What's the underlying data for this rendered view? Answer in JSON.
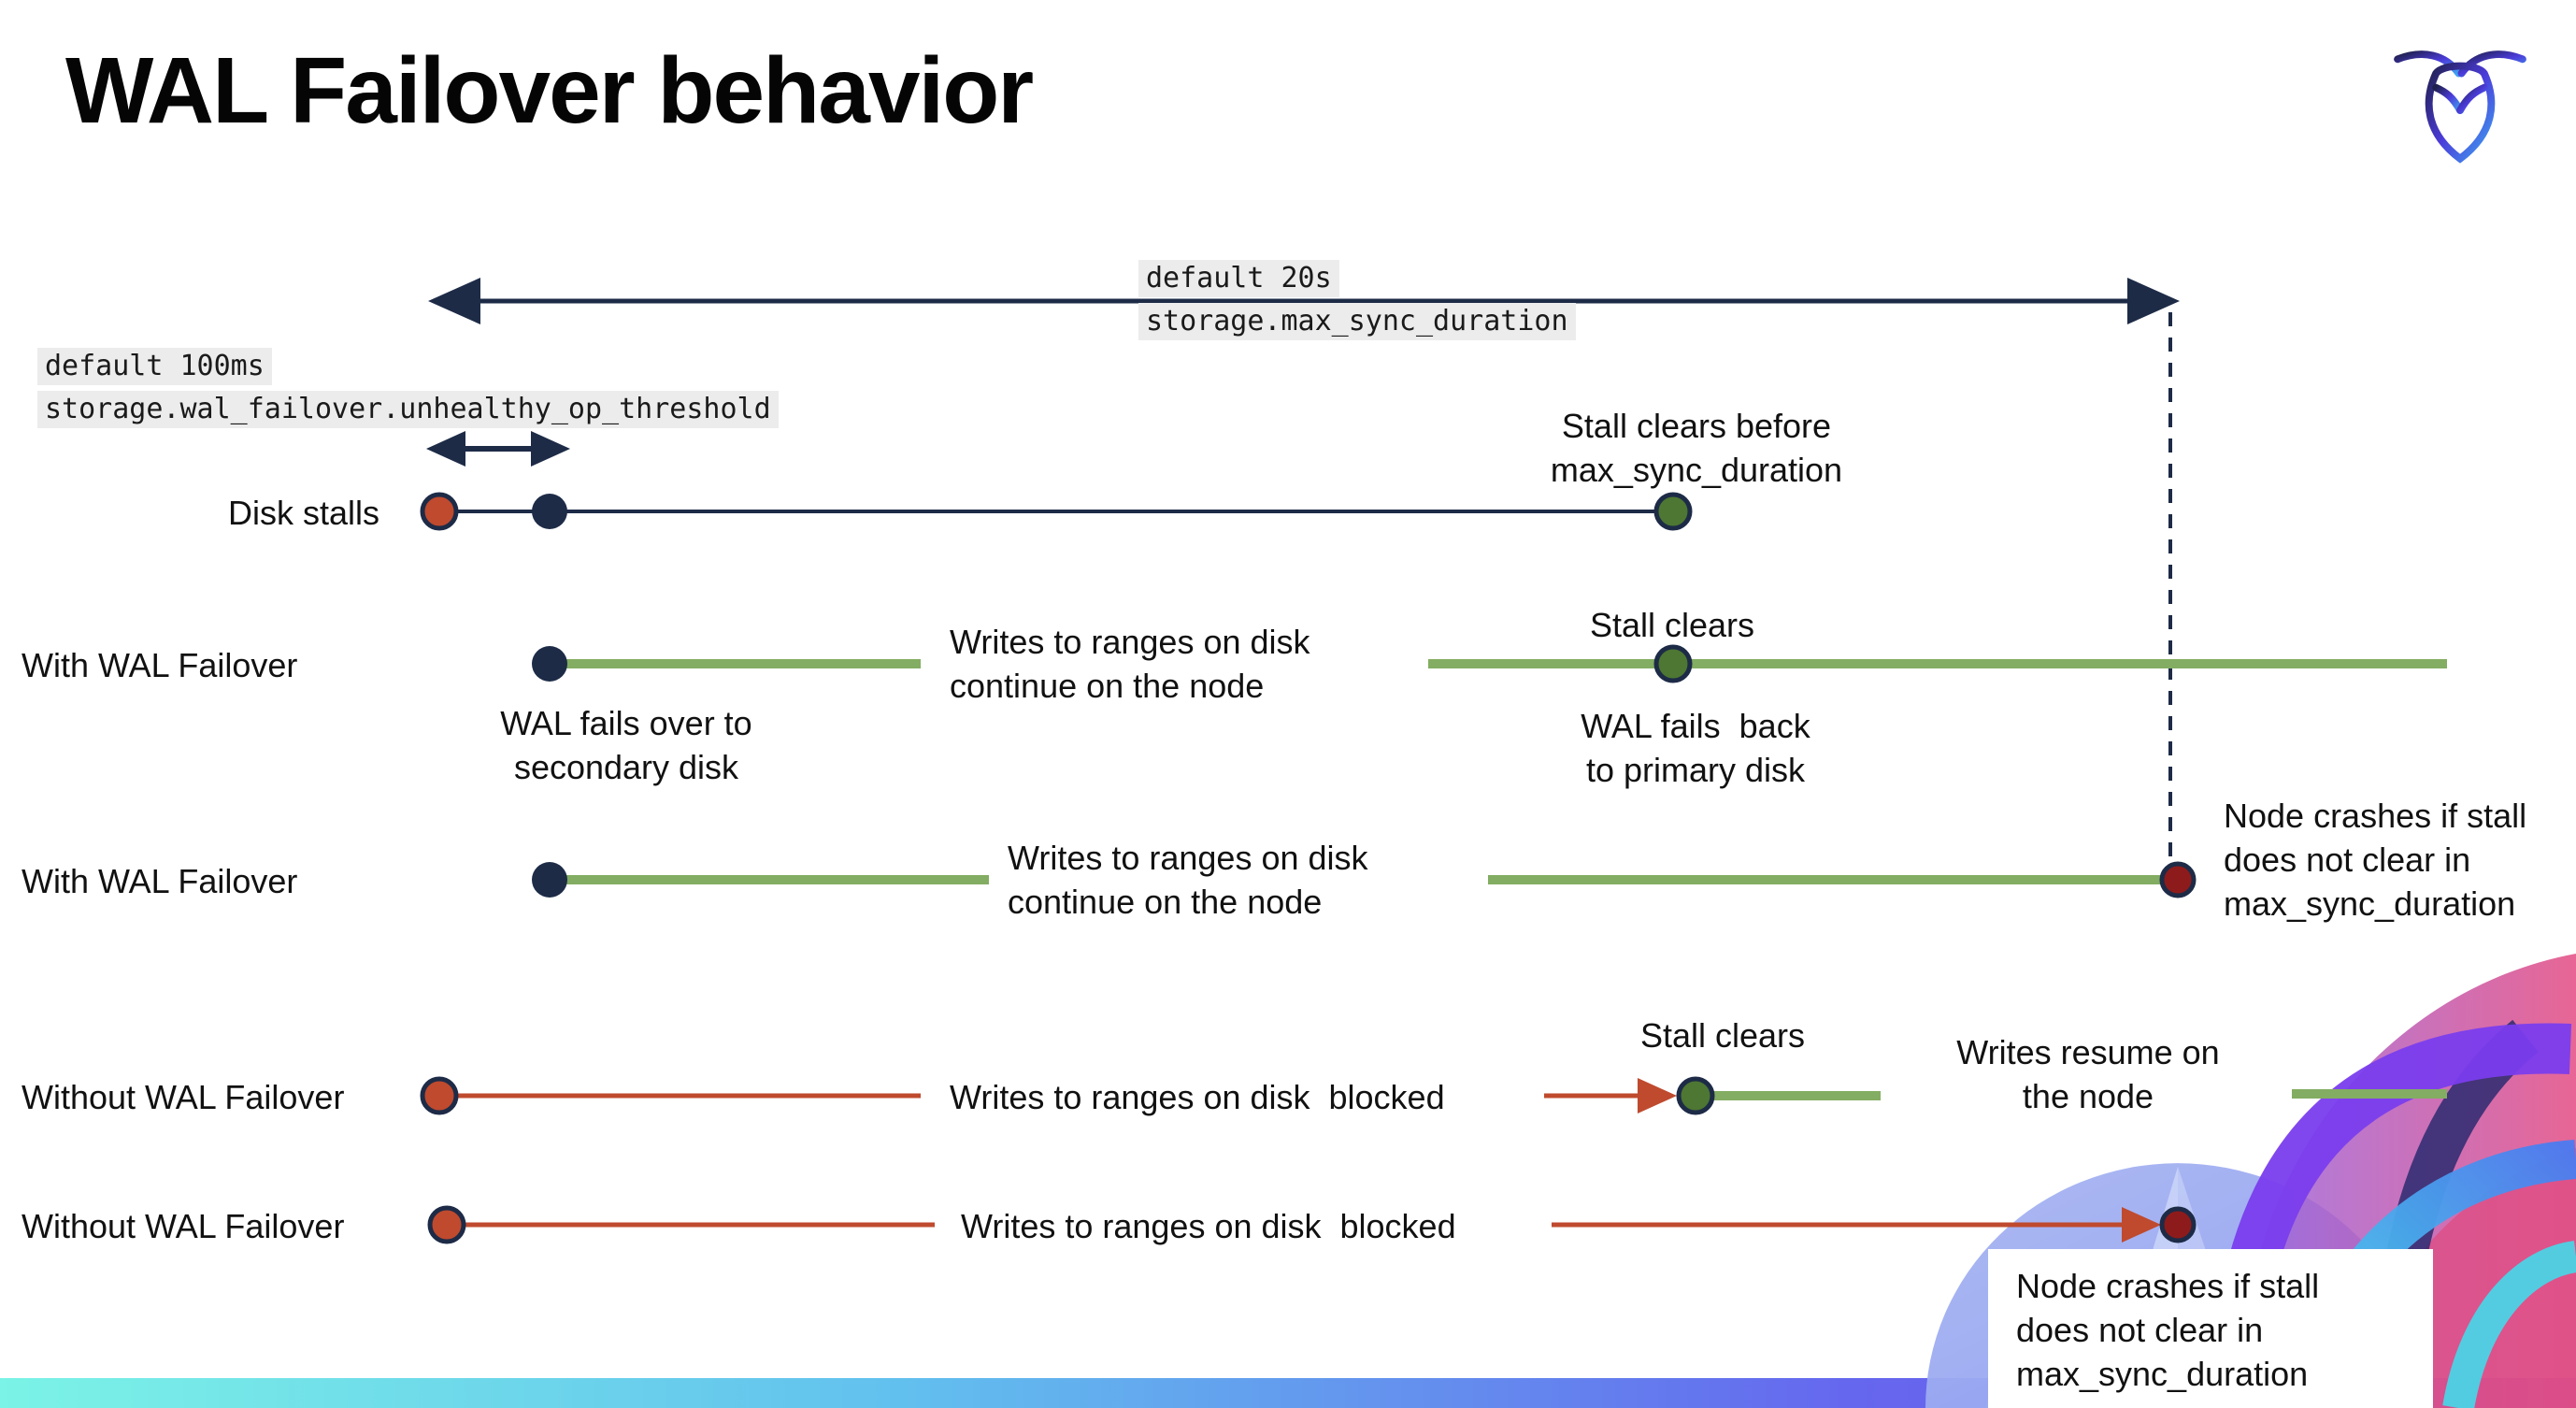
{
  "title": "WAL Failover behavior",
  "logo": {
    "name": "cockroachdb-logo"
  },
  "config_labels": {
    "max_sync_duration": {
      "default": "default 20s",
      "setting": "storage.max_sync_duration"
    },
    "unhealthy_op_threshold": {
      "default": "default 100ms",
      "setting": "storage.wal_failover.unhealthy_op_threshold"
    }
  },
  "rows": [
    {
      "id": "disk-stalls",
      "label": "Disk stalls"
    },
    {
      "id": "with-wal-failover-1",
      "label": "With WAL Failover"
    },
    {
      "id": "with-wal-failover-2",
      "label": "With WAL Failover"
    },
    {
      "id": "without-wal-failover-1",
      "label": "Without WAL Failover"
    },
    {
      "id": "without-wal-failover-2",
      "label": "Without WAL Failover"
    }
  ],
  "annotations": {
    "stall_clears_before": "Stall clears before\nmax_sync_duration",
    "stall_clears": "Stall clears",
    "writes_continue": "Writes to ranges on disk\ncontinue on the node",
    "wal_fails_over": "WAL fails over to\nsecondary disk",
    "wal_fails_back": "WAL fails  back\nto primary disk",
    "writes_blocked": "Writes to ranges on disk  blocked",
    "writes_resume": "Writes resume on\nthe node",
    "node_crashes": "Node crashes if stall\ndoes not clear in\nmax_sync_duration"
  },
  "colors": {
    "navy": "#1d2b47",
    "red": "#bf4a2e",
    "dark_red": "#8e1b1b",
    "green_dot": "#4d7732",
    "green_line": "#83ad62",
    "label_background": "#ececec",
    "bottom_bar_gradient": [
      "#7bf3e6",
      "#62c0ee",
      "#6567ee",
      "#7551ec"
    ]
  }
}
